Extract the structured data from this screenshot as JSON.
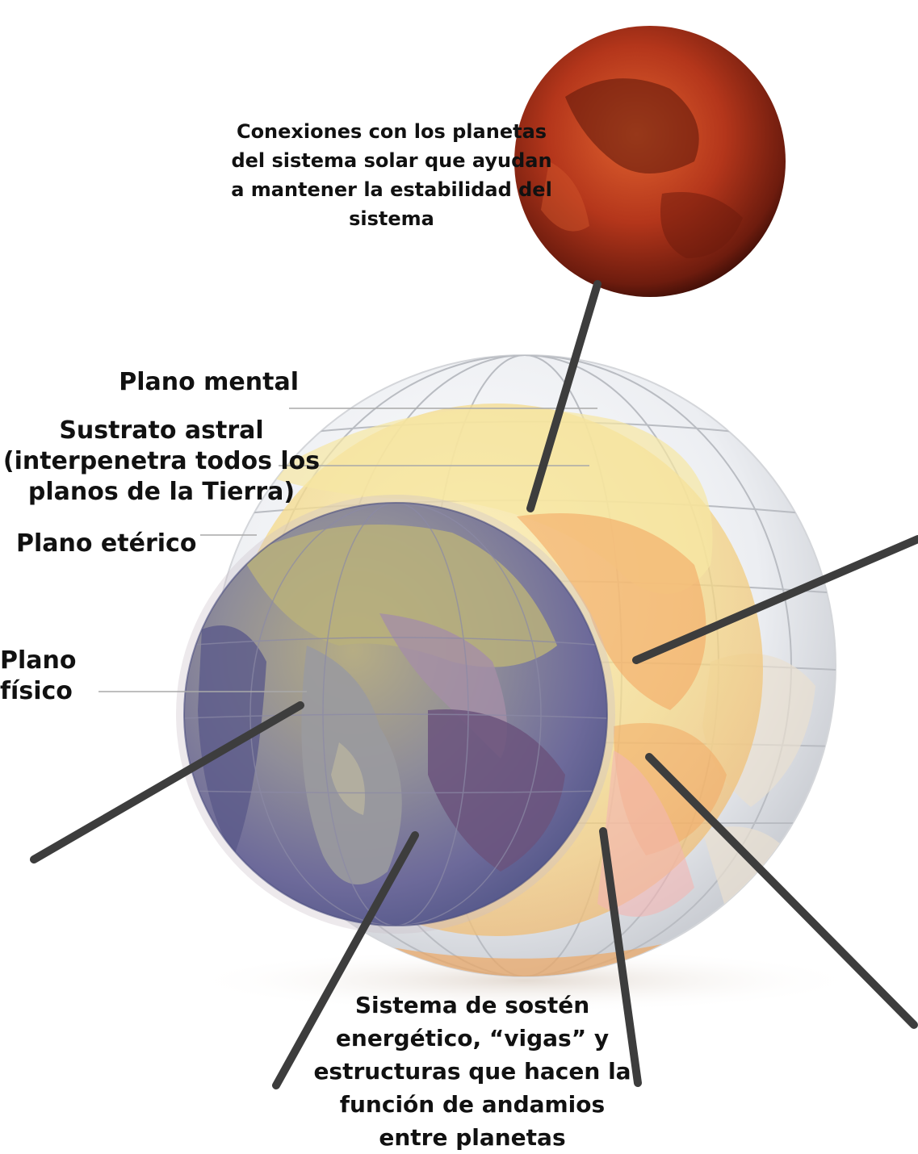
{
  "captions": {
    "planets": [
      "Conexiones con los planetas",
      "del sistema solar que ayudan",
      "a mantener la estabilidad del",
      "sistema"
    ],
    "support": [
      "Sistema de sostén",
      "energético, “vigas” y",
      "estructuras que hacen la",
      "función de andamios",
      "entre planetas"
    ]
  },
  "labels": {
    "mental": "Plano mental",
    "astral": [
      "Sustrato astral",
      "(interpenetra todos los",
      "planos de la Tierra)"
    ],
    "etheric": "Plano etérico",
    "physical": "Plano físico"
  },
  "colors": {
    "planet_red": "#b2321a",
    "earth_blue": "#6a74a8",
    "astral_yellow": "#f3dd8c",
    "mental_sphere": "#eef0f3",
    "beam": "#3d3d3d"
  }
}
